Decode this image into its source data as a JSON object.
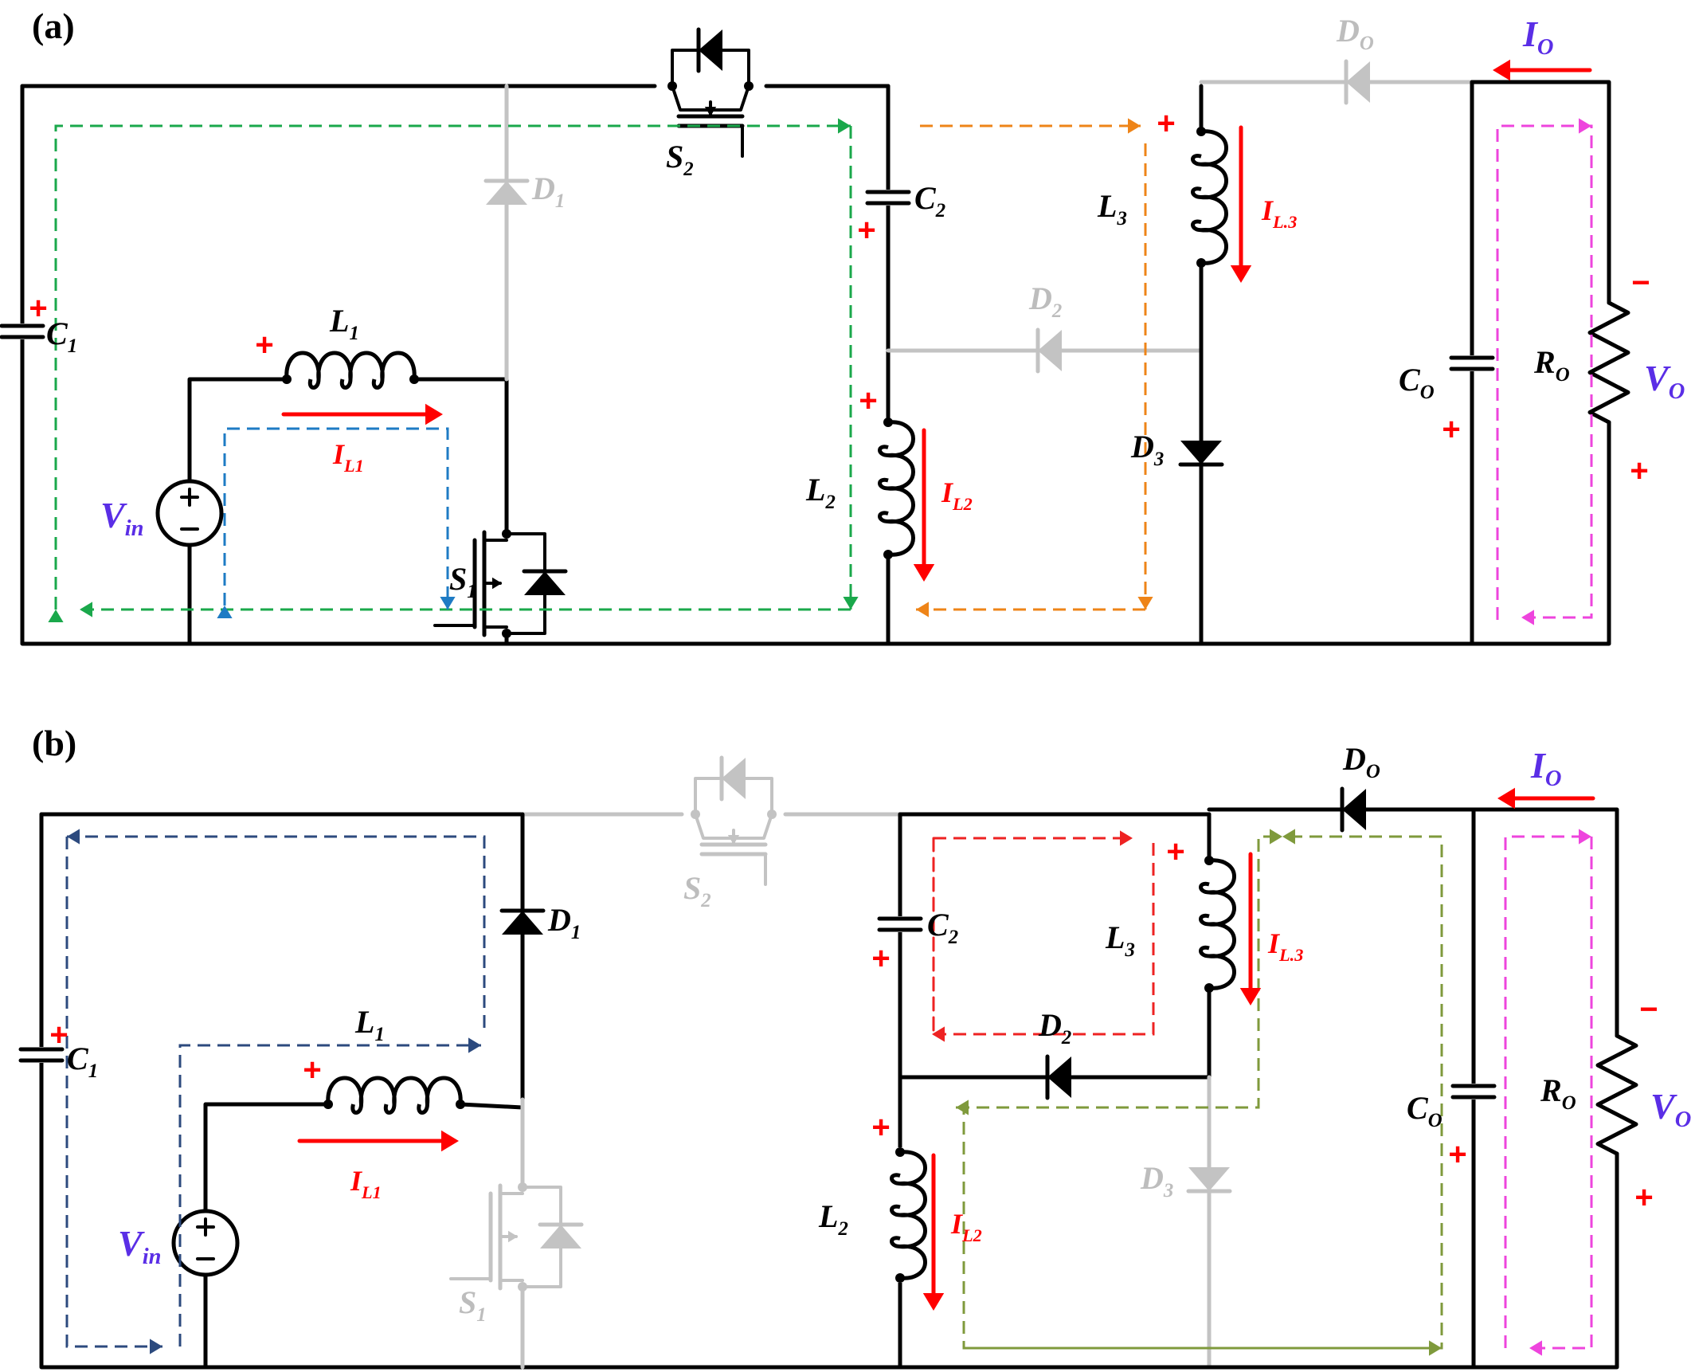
{
  "colors": {
    "wire_active": "#000000",
    "wire_inactive": "#c3c3c3",
    "label_component": "#000000",
    "label_inactive": "#bdbdbd",
    "label_current": "#ff0000",
    "label_voltage": "#5a2ee6",
    "polarity": "#ff0000",
    "path_green": "#1aa84b",
    "path_blue": "#1e7bc4",
    "path_orange": "#ee8418",
    "path_magenta": "#ee44dd",
    "path_navy": "#2c4a7e",
    "path_red": "#ee2222",
    "path_olive": "#7f9a3c"
  },
  "panel_a": {
    "tag": "(a)",
    "labels": {
      "c1": [
        "C",
        "1"
      ],
      "l1": [
        "L",
        "1"
      ],
      "il1": [
        "I",
        "L1"
      ],
      "vin": [
        "V",
        "in"
      ],
      "s1": [
        "S",
        "1"
      ],
      "d1": [
        "D",
        "1"
      ],
      "s2": [
        "S",
        "2"
      ],
      "c2": [
        "C",
        "2"
      ],
      "l2": [
        "L",
        "2"
      ],
      "il2": [
        "I",
        "L2"
      ],
      "d2": [
        "D",
        "2"
      ],
      "l3": [
        "L",
        "3"
      ],
      "il3": [
        "I",
        "L.3"
      ],
      "d3": [
        "D",
        "3"
      ],
      "do": [
        "D",
        "O"
      ],
      "io": [
        "I",
        "O"
      ],
      "co": [
        "C",
        "O"
      ],
      "ro": [
        "R",
        "O"
      ],
      "vo": [
        "V",
        "O"
      ]
    },
    "polarity": {
      "plus": "+",
      "minus": "−"
    },
    "active": {
      "s1": true,
      "s2": true,
      "d1": false,
      "d2": false,
      "d3": true,
      "do": false
    }
  },
  "panel_b": {
    "tag": "(b)",
    "labels": {
      "c1": [
        "C",
        "1"
      ],
      "l1": [
        "L",
        "1"
      ],
      "il1": [
        "I",
        "L1"
      ],
      "vin": [
        "V",
        "in"
      ],
      "s1": [
        "S",
        "1"
      ],
      "d1": [
        "D",
        "1"
      ],
      "s2": [
        "S",
        "2"
      ],
      "c2": [
        "C",
        "2"
      ],
      "l2": [
        "L",
        "2"
      ],
      "il2": [
        "I",
        "L2"
      ],
      "d2": [
        "D",
        "2"
      ],
      "l3": [
        "L",
        "3"
      ],
      "il3": [
        "I",
        "L.3"
      ],
      "d3": [
        "D",
        "3"
      ],
      "do": [
        "D",
        "O"
      ],
      "io": [
        "I",
        "O"
      ],
      "co": [
        "C",
        "O"
      ],
      "ro": [
        "R",
        "O"
      ],
      "vo": [
        "V",
        "O"
      ]
    },
    "polarity": {
      "plus": "+",
      "minus": "−"
    },
    "active": {
      "s1": false,
      "s2": false,
      "d1": true,
      "d2": true,
      "d3": false,
      "do": true
    }
  }
}
